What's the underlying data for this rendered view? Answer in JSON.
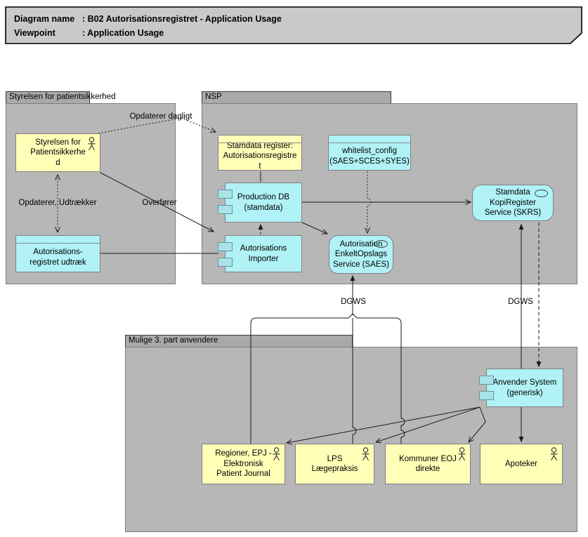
{
  "title": {
    "row1_label": "Diagram name",
    "row1_value": ": B02 Autorisationsregistret - Application Usage",
    "row2_label": "Viewpoint",
    "row2_value": ": Application Usage"
  },
  "groups": {
    "styrelsen": {
      "label": "Styrelsen for patientsikkerhed"
    },
    "nsp": {
      "label": "NSP"
    },
    "mulige": {
      "label": "Mulige 3. part anvendere"
    }
  },
  "nodes": {
    "styrelsen_actor": {
      "label": "Styrelsen for\nPatientsikkerhe\nd",
      "type": "business-actor"
    },
    "udtraek": {
      "label": "Autorisations-\nregistret udtræk",
      "type": "data-object"
    },
    "stamdata_register": {
      "label": "Stamdata register:\nAutorisationsregistre\nt",
      "type": "business-object"
    },
    "whitelist": {
      "label": "whitelist_config\n(SAES+SCES+SYES)",
      "type": "data-object"
    },
    "production_db": {
      "label": "Production DB\n(stamdata)",
      "type": "application-component"
    },
    "importer": {
      "label": "Autorisations\nImporter",
      "type": "application-component"
    },
    "saes": {
      "label": "Autorisation\nEnkeltOpslags\nService (SAES)",
      "type": "application-service"
    },
    "skrs": {
      "label": "Stamdata\nKopiRegister\nService (SKRS)",
      "type": "application-service"
    },
    "anvender": {
      "label": "Anvender System\n(generisk)",
      "type": "application-component"
    },
    "regioner": {
      "label": "Regioner, EPJ -\nElektronisk\nPatient Journal",
      "type": "business-actor"
    },
    "lps": {
      "label": "LPS\nLægepraksis",
      "type": "business-actor"
    },
    "kommuner": {
      "label": "Kommuner EOJ\ndirekte",
      "type": "business-actor"
    },
    "apoteker": {
      "label": "Apoteker",
      "type": "business-actor"
    }
  },
  "edge_labels": {
    "opdaterer_dagligt": "Opdaterer dagligt",
    "opdaterer_udtraekker": "Opdaterer, Udtrækker",
    "overfoerer": "Overfører",
    "dgws_left": "DGWS",
    "dgws_right": "DGWS"
  },
  "colors": {
    "actor_yellow": "#ffffb8",
    "app_cyan": "#b0f2f6",
    "group_body_gray": "#b7b7b7",
    "group_tab_gray": "#a9a9a9",
    "title_fill_gray": "#c9c9c9",
    "line_black": "#1a1a1a"
  }
}
